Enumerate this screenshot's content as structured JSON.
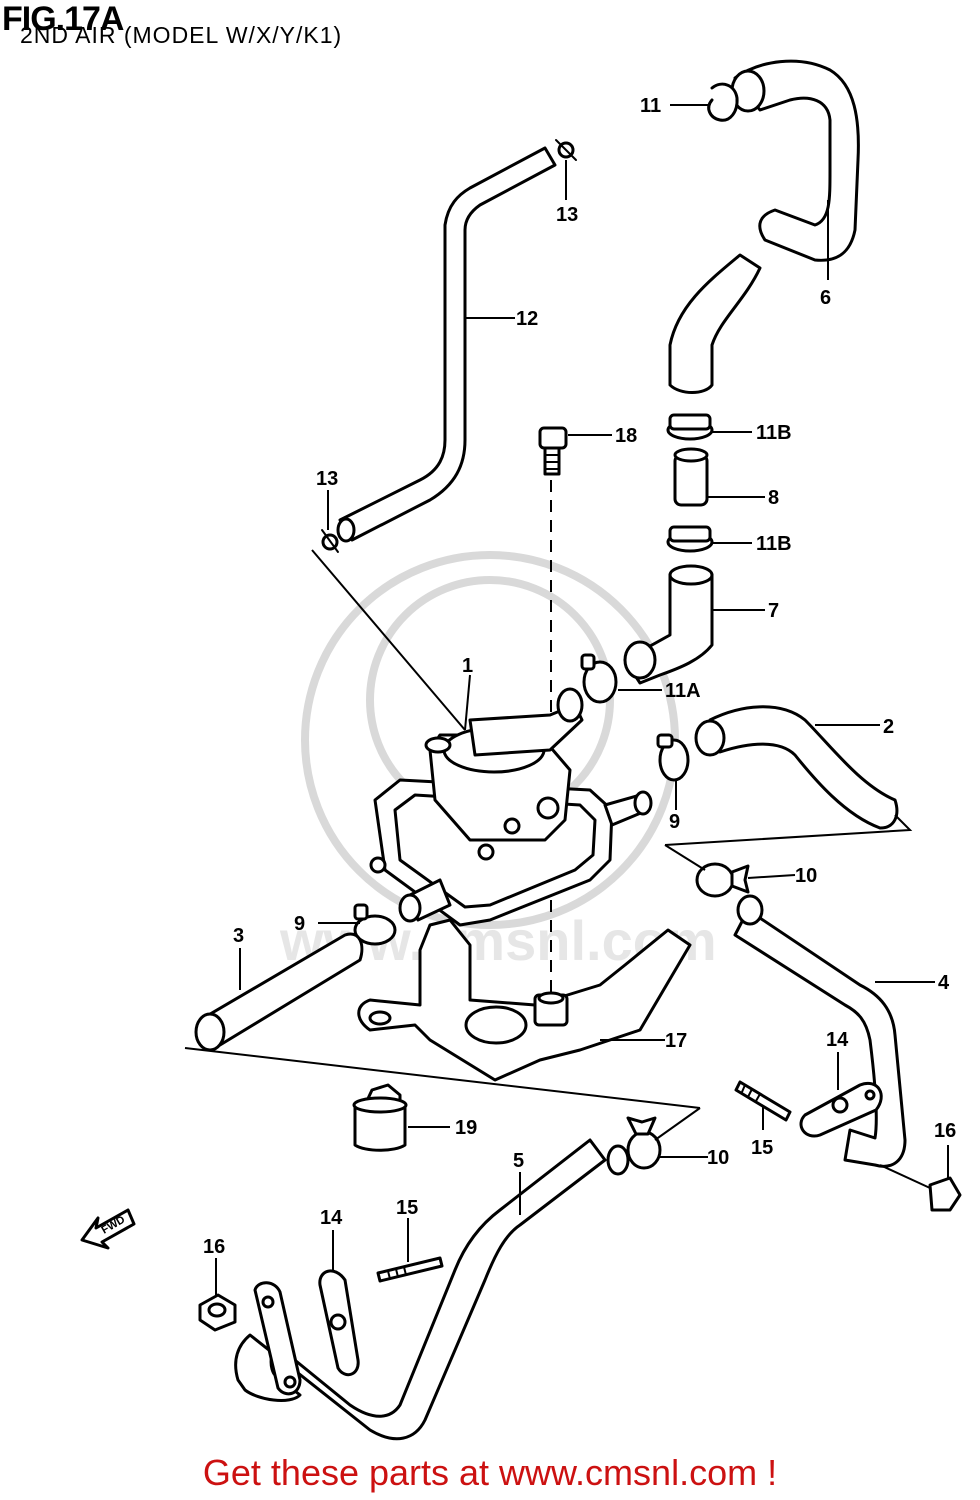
{
  "figure": {
    "title": "FIG.17A",
    "subtitle": "2ND AIR (MODEL W/X/Y/K1)"
  },
  "callouts": {
    "c1": "1",
    "c2": "2",
    "c3": "3",
    "c4": "4",
    "c5": "5",
    "c6": "6",
    "c7": "7",
    "c8": "8",
    "c9a": "9",
    "c9b": "9",
    "c10a": "10",
    "c10b": "10",
    "c11": "11",
    "c11a": "11A",
    "c11b_top": "11B",
    "c11b_bot": "11B",
    "c12": "12",
    "c13_top": "13",
    "c13_bot": "13",
    "c14a": "14",
    "c14b": "14",
    "c15a": "15",
    "c15b": "15",
    "c16a": "16",
    "c16b": "16",
    "c17": "17",
    "c18": "18",
    "c19": "19"
  },
  "fwd_label": "FWD",
  "watermark": "www.cmsnl.com",
  "footer": "Get these parts at www.cmsnl.com !"
}
